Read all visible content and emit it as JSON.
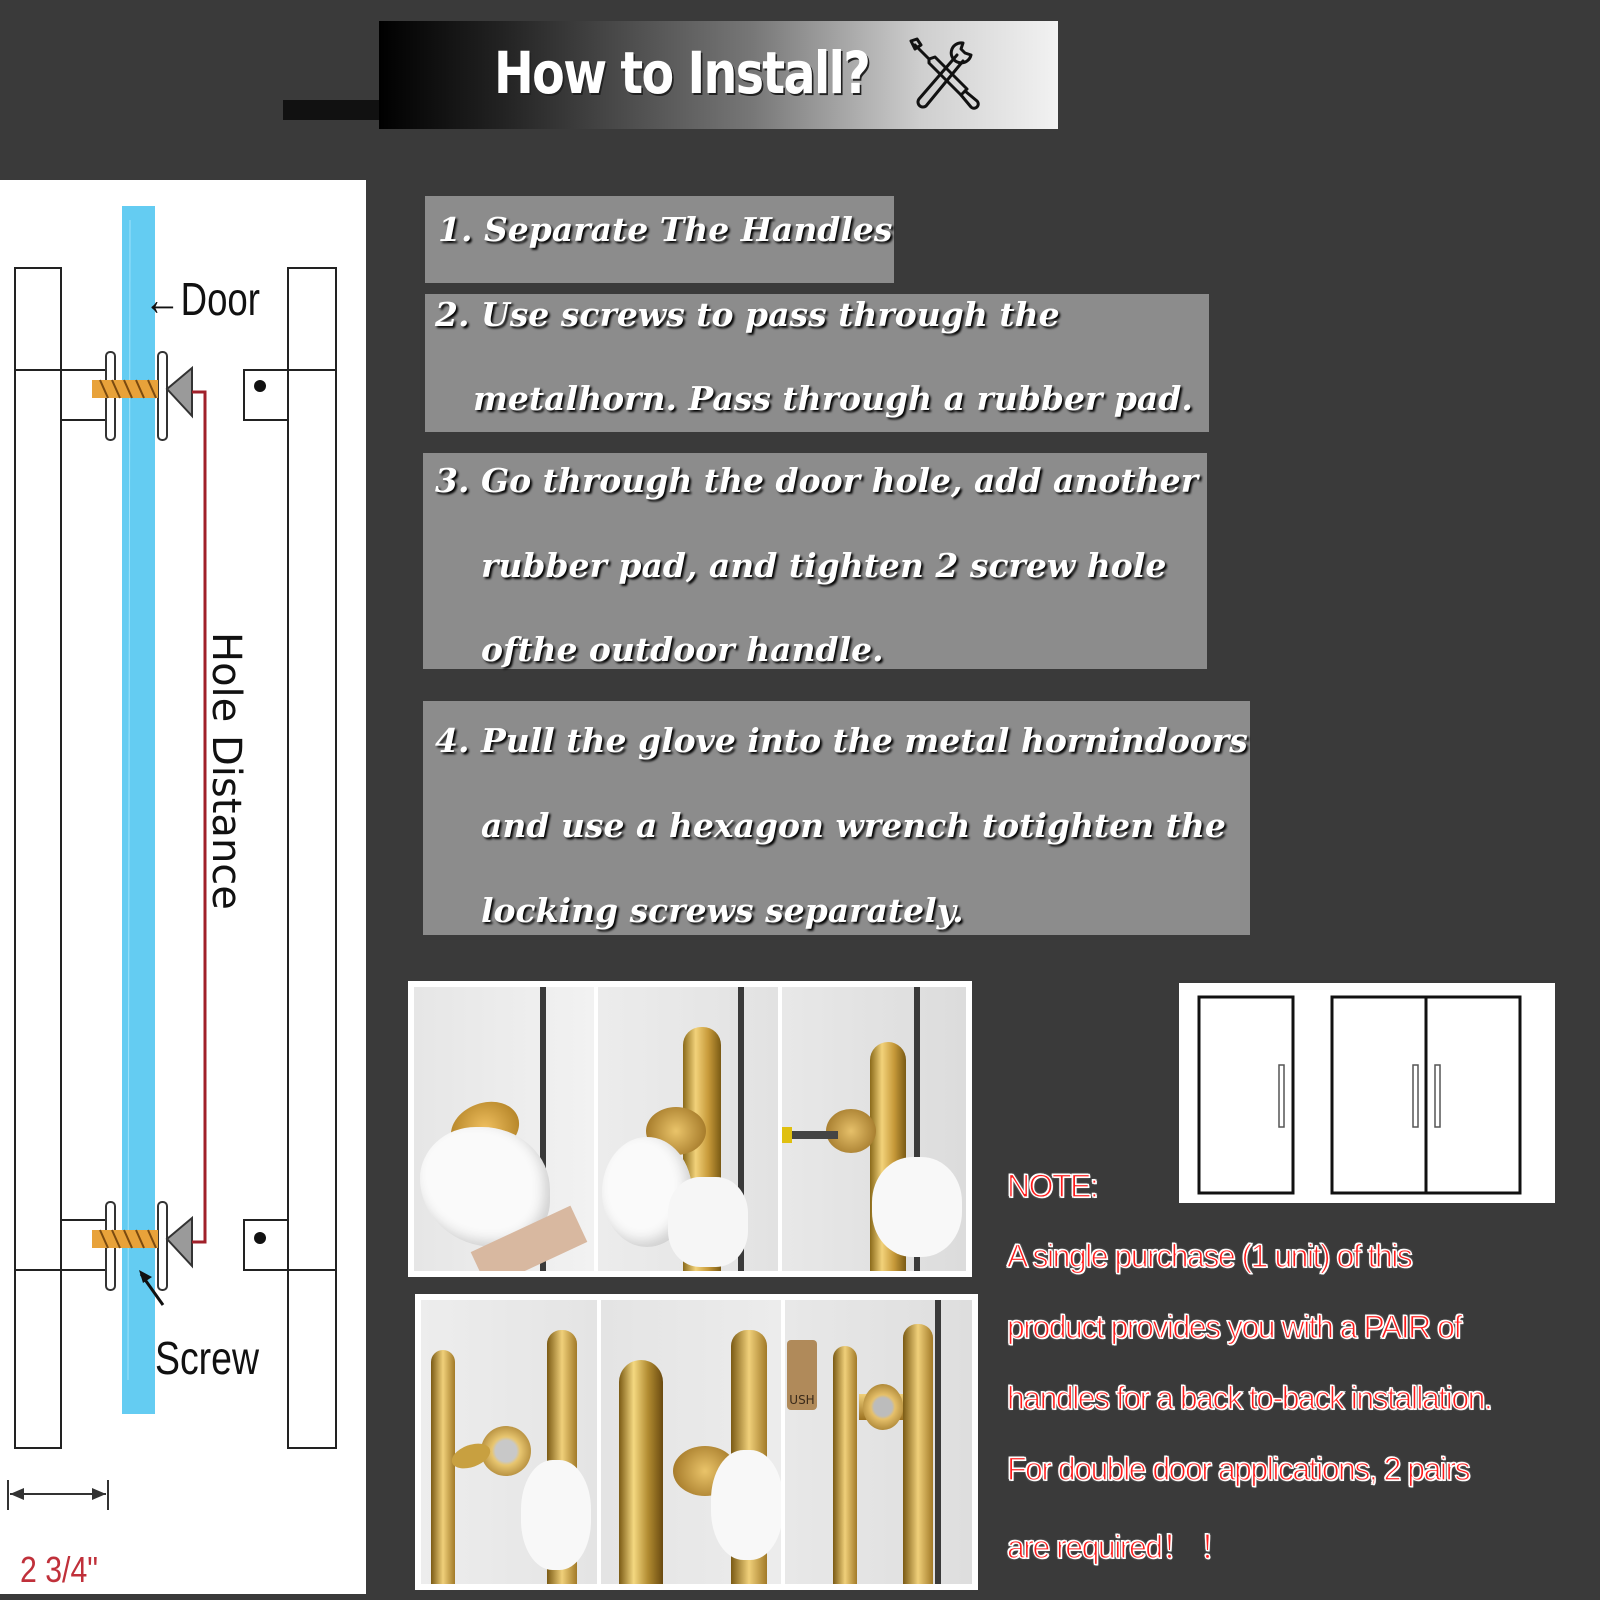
{
  "header": {
    "title": "How to Install?",
    "icon": "wrench-screwdriver-icon"
  },
  "diagram": {
    "door_label": "←Door",
    "hole_distance_label": "Hole Distance",
    "screw_label": "Screw",
    "width_label": "2 3/4\"",
    "colors": {
      "glass": "#64ccf2",
      "screw": "#e8a23a",
      "line": "#a0202a"
    }
  },
  "steps": [
    {
      "lines": [
        "1. Separate The Handles"
      ]
    },
    {
      "lines": [
        "2. Use screws to pass through the",
        "metalhorn. Pass through a rubber pad."
      ]
    },
    {
      "lines": [
        "3. Go through the door hole, add another",
        "rubber pad, and tighten 2 screw hole",
        "ofthe outdoor handle."
      ]
    },
    {
      "lines": [
        "4. Pull the glove into the metal hornindoors",
        "and use a hexagon wrench totighten the",
        "locking screws separately."
      ]
    }
  ],
  "photos": {
    "top_row": [
      "glove-installing-rosette-photo",
      "handle-on-glass-photo",
      "screwdriver-tightening-photo"
    ],
    "bottom_row": [
      "gold-handle-rosette-photo",
      "gold-handle-tightening-photo",
      "installed-handle-push-sign-photo"
    ],
    "push_sign_text": "USH"
  },
  "note": {
    "heading": "NOTE:",
    "lines": [
      "A single purchase (1 unit) of this",
      "product provides you with a PAIR of",
      "handles for a back to-back installation.",
      "For double door applications, 2 pairs",
      "are required！ ！"
    ],
    "color": "#ff1a1a"
  }
}
